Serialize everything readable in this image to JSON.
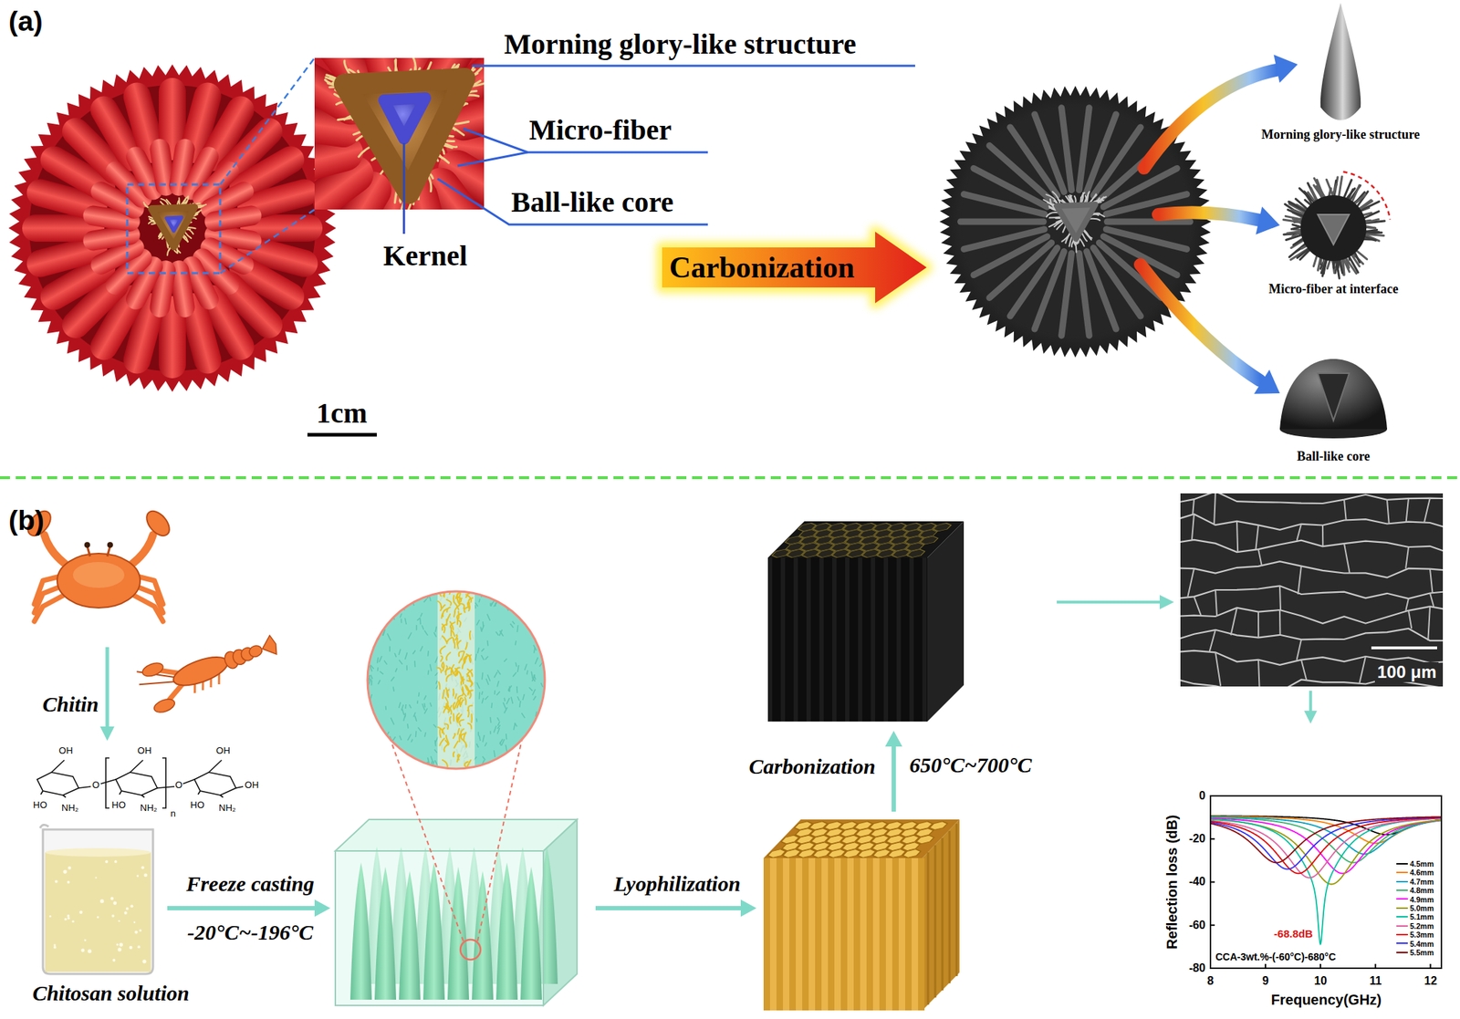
{
  "diagram": {
    "nodes": [
      {
        "text": [
          "Carbonization"
        ]
      },
      {
        "text": [
          "Morning glory-like structure"
        ]
      },
      {
        "text": [
          "Micro-fiber at interface"
        ]
      },
      {
        "text": [
          "Ball-like core"
        ]
      },
      {
        "text": [
          "Chitosan solution"
        ]
      },
      {
        "text": [
          "100 μm"
        ]
      }
    ],
    "labels": [
      "(a)",
      "Morning glory-like structure",
      "Micro-fiber",
      "Ball-like core",
      "Kernel",
      "1cm",
      "(b)",
      "Chitin",
      "OH",
      "HO",
      "NH₂",
      "O",
      "OH",
      "HO",
      "NH₂",
      "n",
      "O",
      "OH",
      "HO",
      "NH₂",
      "OH",
      "Freeze casting",
      "-20°C~-196°C",
      "Lyophilization",
      "Carbonization",
      "650°C~700°C",
      "0",
      "-20",
      "-40",
      "-60",
      "-80",
      "8",
      "9",
      "10",
      "11",
      "12",
      "Reflection loss (dB)",
      "Frequency(GHz)",
      "-68.8dB",
      "CCA-3wt.%-(-60°C)-680°C"
    ],
    "legend": [
      {
        "text": "4.5mm"
      },
      {
        "text": "4.6mm"
      },
      {
        "text": "4.7mm"
      },
      {
        "text": "4.8mm"
      },
      {
        "text": "4.9mm"
      },
      {
        "text": "5.0mm"
      },
      {
        "text": "5.1mm"
      },
      {
        "text": "5.2mm"
      },
      {
        "text": "5.3mm"
      },
      {
        "text": "5.4mm"
      },
      {
        "text": "5.5mm"
      }
    ]
  }
}
